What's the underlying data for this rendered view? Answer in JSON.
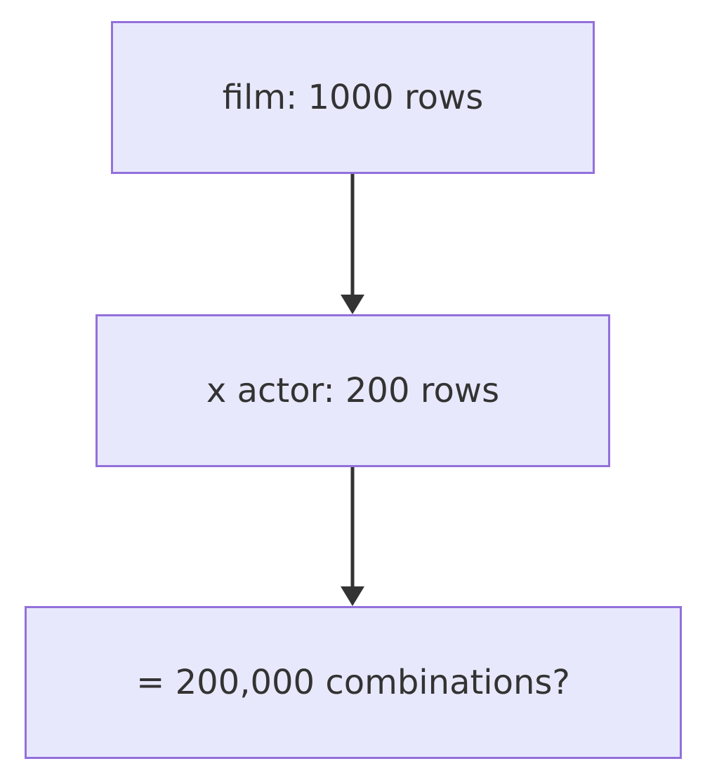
{
  "diagram": {
    "type": "flowchart",
    "direction": "top-to-bottom",
    "background_color": "#ffffff",
    "node_fill_color": "#E8E8FC",
    "node_border_color": "#9370DB",
    "node_text_color": "#333333",
    "edge_color": "#333333",
    "nodes": [
      {
        "id": "film",
        "label": "film: 1000 rows",
        "order": 1
      },
      {
        "id": "actor",
        "label": "x actor: 200 rows",
        "order": 2
      },
      {
        "id": "combinations",
        "label": "= 200,000 combinations?",
        "order": 3
      }
    ],
    "edges": [
      {
        "id": "film-to-actor",
        "from": "film",
        "to": "actor",
        "label": "",
        "arrowhead": "filled-triangle"
      },
      {
        "id": "actor-to-combinations",
        "from": "actor",
        "to": "combinations",
        "label": "",
        "arrowhead": "filled-triangle"
      }
    ]
  }
}
